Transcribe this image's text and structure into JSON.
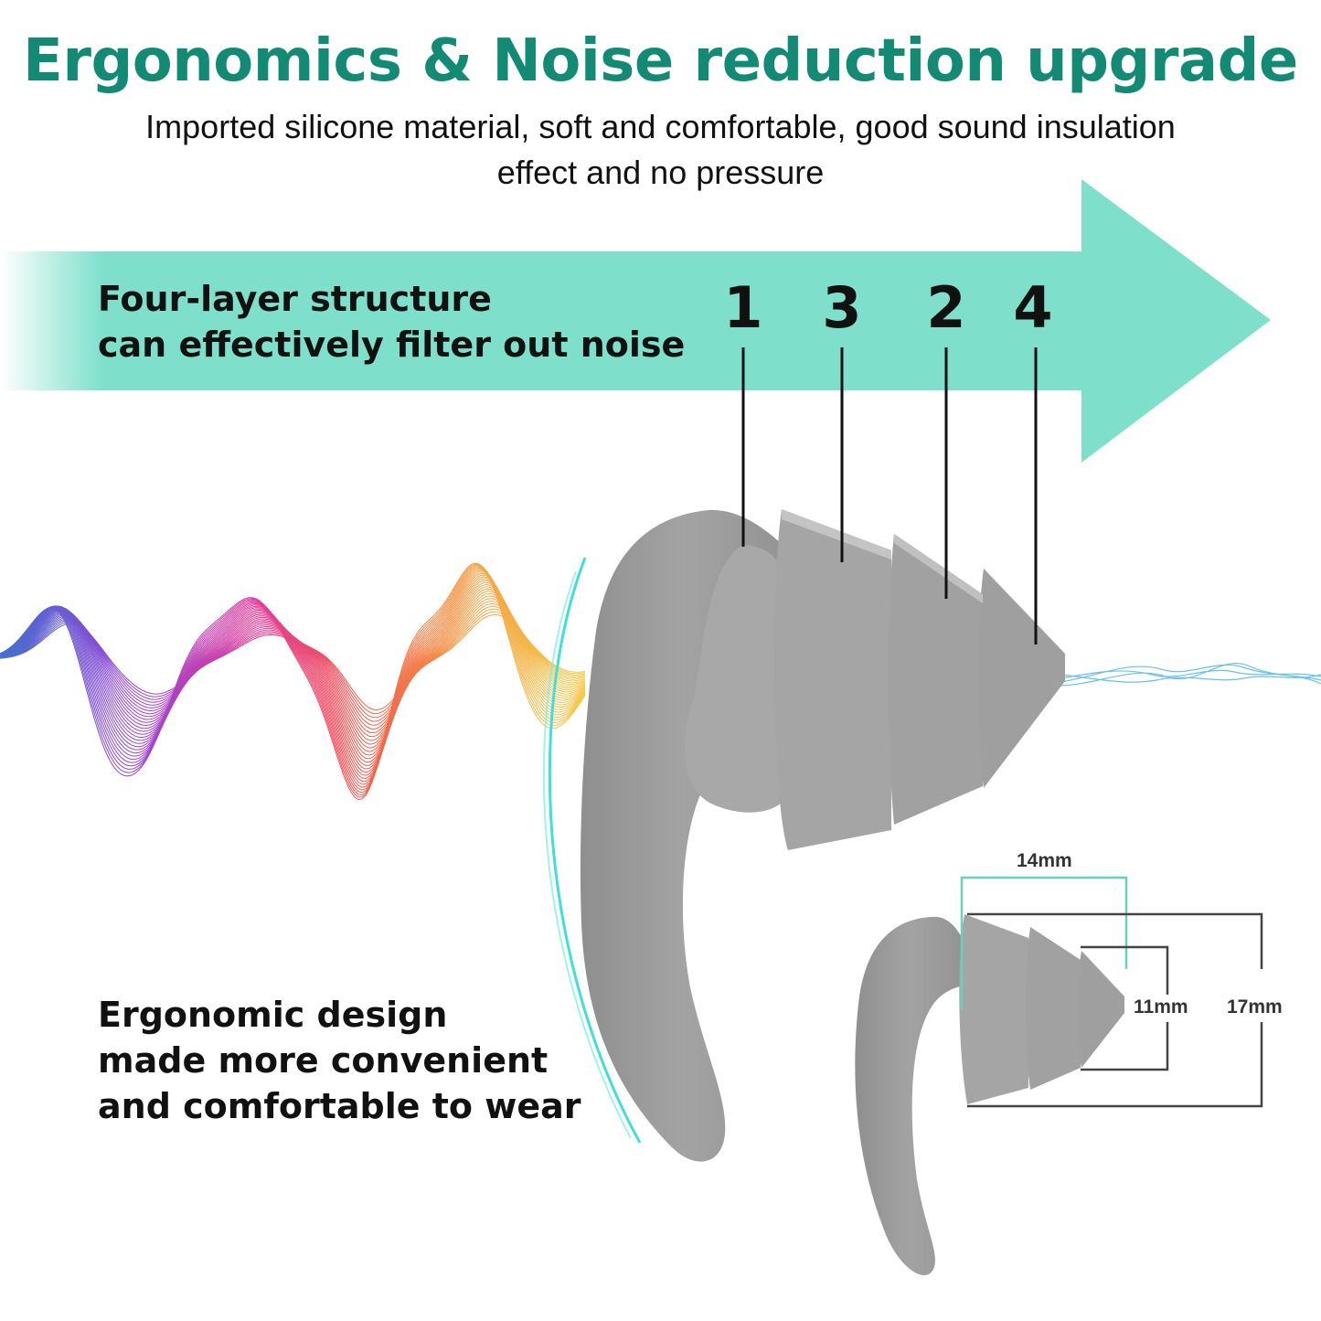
{
  "header": {
    "title": "Ergonomics & Noise reduction upgrade",
    "subtitle_line1": "Imported silicone material, soft and comfortable, good sound insulation",
    "subtitle_line2": "effect and no pressure"
  },
  "arrow_banner": {
    "line1": "Four-layer structure",
    "line2": "can effectively filter out noise",
    "color": "#7ee0cb",
    "layer_labels": [
      "1",
      "3",
      "2",
      "4"
    ]
  },
  "ergonomic_note": {
    "line1": "Ergonomic design",
    "line2": "made more convenient",
    "line3": "and comfortable to wear"
  },
  "dimensions": {
    "width": "14mm",
    "small_height": "11mm",
    "large_height": "17mm"
  },
  "colors": {
    "title_green": "#138a73",
    "earplug_gray": "#9a9a9a",
    "accent_cyan": "#3ee0d8"
  }
}
